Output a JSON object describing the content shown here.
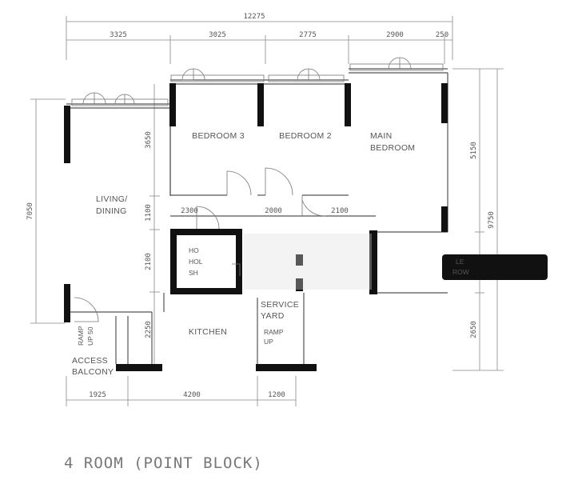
{
  "title": "4 ROOM (POINT BLOCK)",
  "dimensions": {
    "overall_width": "12275",
    "top": [
      "3325",
      "3025",
      "2775",
      "2900",
      "250"
    ],
    "corridor": [
      "2300",
      "2000",
      "2100"
    ],
    "bottom": [
      "1925",
      "4200",
      "1200"
    ],
    "left_overall": "7050",
    "left_inner": [
      "3650",
      "1100",
      "2100",
      "2250"
    ],
    "right_overall": "9750",
    "right_inner": [
      "5150",
      "2650"
    ]
  },
  "rooms": {
    "bedroom3": "BEDROOM 3",
    "bedroom2": "BEDROOM 2",
    "main_bedroom": [
      "MAIN",
      "BEDROOM"
    ],
    "living": [
      "LIVING/",
      "DINING"
    ],
    "kitchen": "KITCHEN",
    "service_yard": [
      "SERVICE",
      "YARD"
    ],
    "access_balcony": [
      "ACCESS",
      "BALCONY"
    ],
    "household_shelter": [
      "HO",
      "HOL",
      "SH"
    ]
  },
  "annotations": {
    "ramp_left": [
      "RAMP",
      "UP 50"
    ],
    "ramp_right": [
      "RAMP",
      "UP"
    ],
    "ledge": [
      "LE",
      "ROW"
    ]
  }
}
